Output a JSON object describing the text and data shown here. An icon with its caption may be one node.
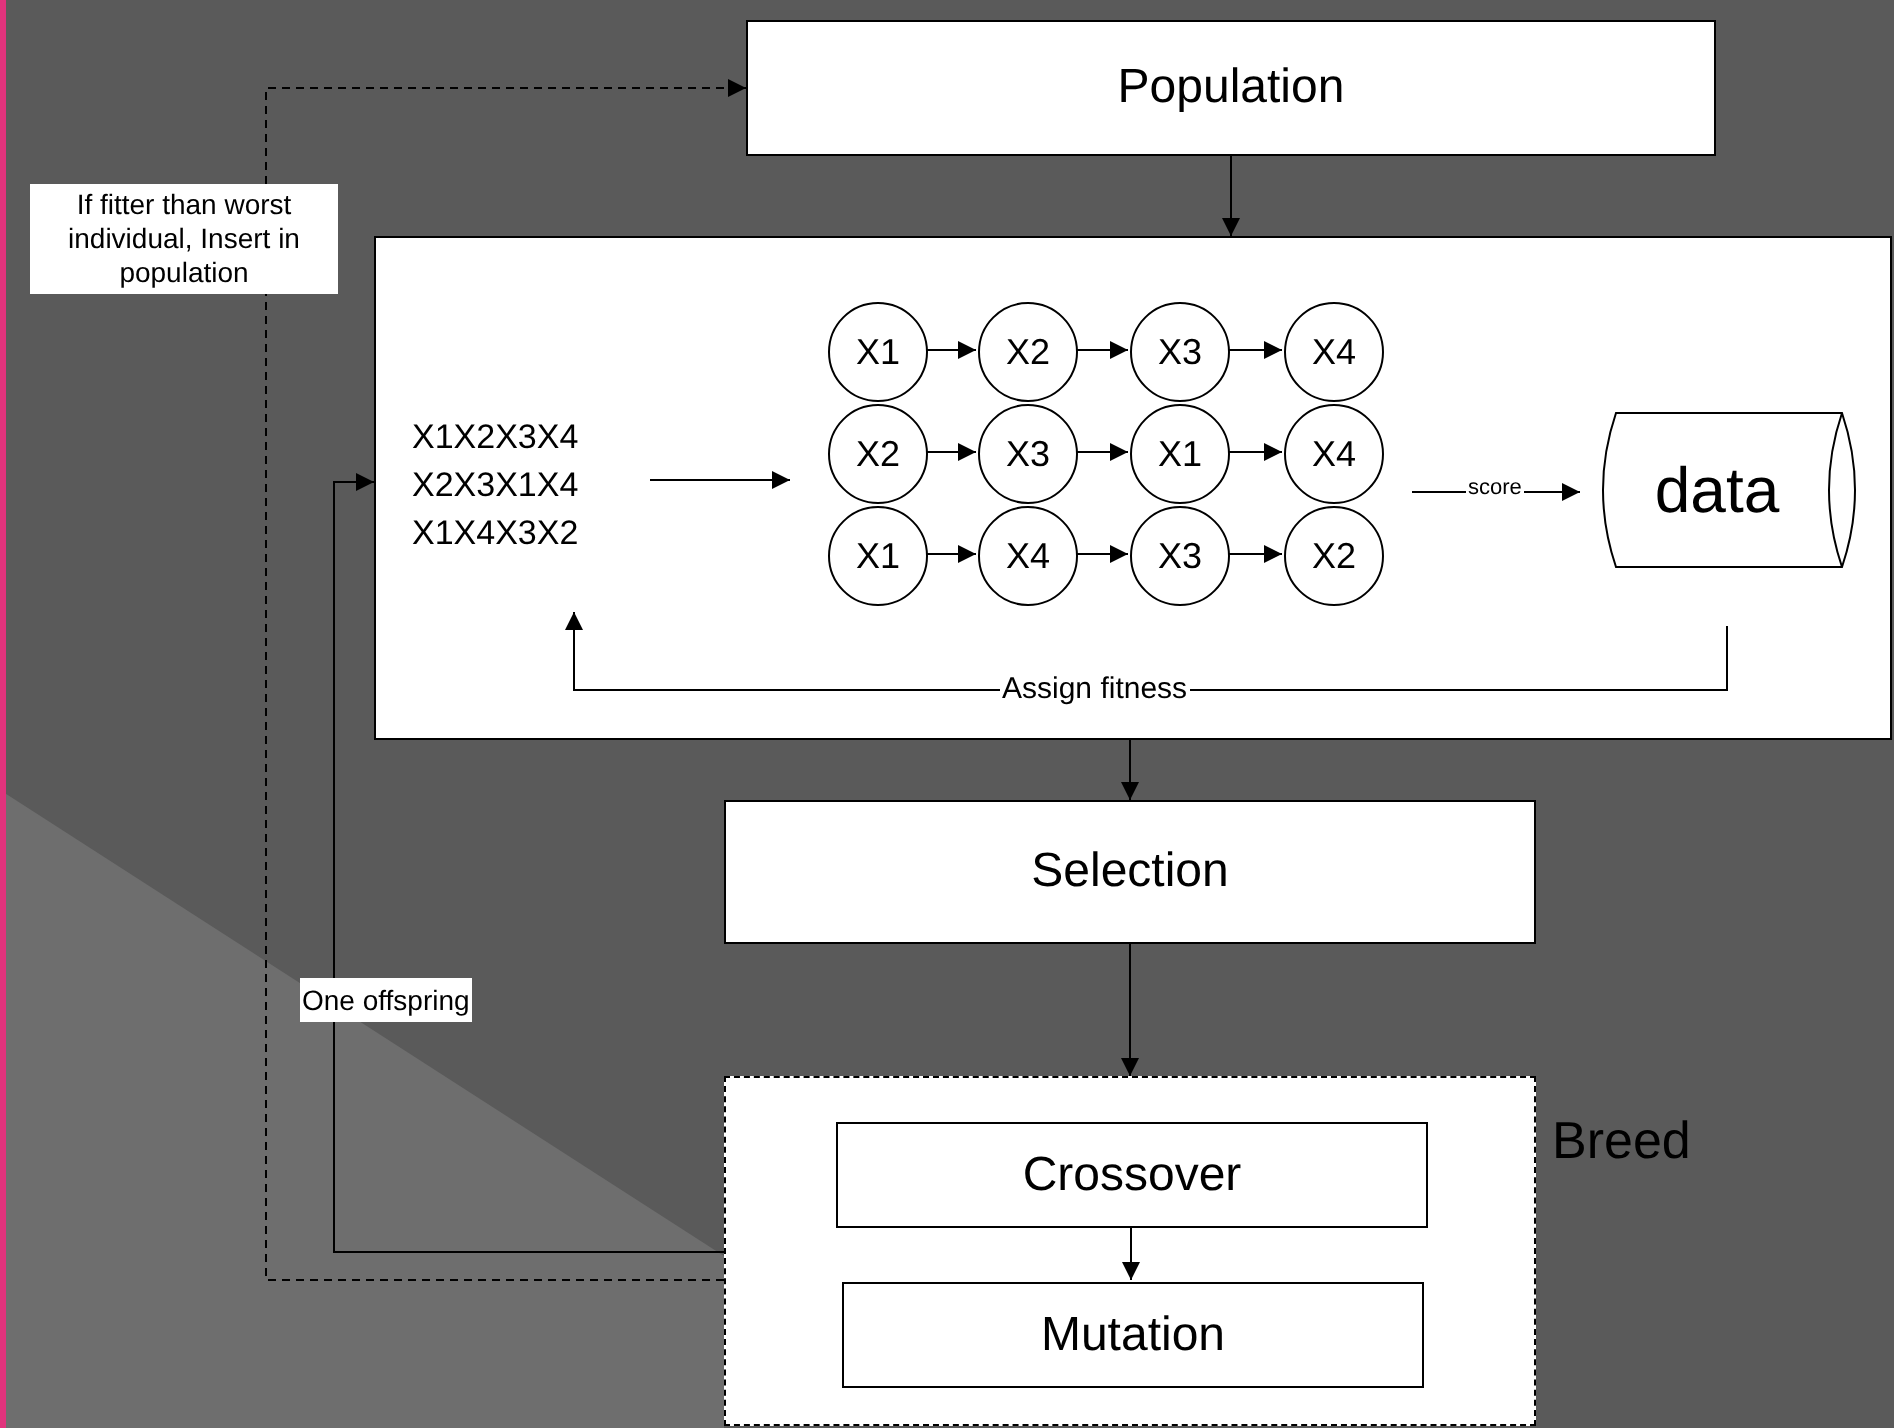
{
  "diagram": {
    "nodes": [
      {
        "text": [
          "Population"
        ]
      },
      {
        "text": [],
        "shape": "box"
      },
      {
        "text": [
          "X1X2X3X4 X2X3X1X4 X1X4X3X2"
        ],
        "in": 1
      },
      {
        "text": [
          "X1"
        ],
        "in": 1
      },
      {
        "text": [
          "X2"
        ],
        "in": 1
      },
      {
        "text": [
          "X3"
        ],
        "in": 1
      },
      {
        "text": [
          "X4"
        ],
        "in": 1
      },
      {
        "text": [
          "X2"
        ],
        "in": 1
      },
      {
        "text": [
          "X3"
        ],
        "in": 1
      },
      {
        "text": [
          "X1"
        ],
        "in": 1
      },
      {
        "text": [
          "X4"
        ],
        "in": 1
      },
      {
        "text": [
          "X1"
        ],
        "in": 1
      },
      {
        "text": [
          "X4"
        ],
        "in": 1
      },
      {
        "text": [
          "X3"
        ],
        "in": 1
      },
      {
        "text": [
          "X2"
        ],
        "in": 1
      },
      {
        "text": [
          "data"
        ],
        "in": 1
      },
      {
        "text": [
          "Selection"
        ]
      },
      {
        "text": [
          "Breed"
        ]
      },
      {
        "text": [
          "Crossover"
        ],
        "in": 17
      },
      {
        "text": [
          "Mutation"
        ],
        "in": 17
      }
    ],
    "edges": [
      {
        "from": 0,
        "to": 1,
        "arrow": "to"
      },
      {
        "from": 2,
        "to": 7,
        "arrow": "to"
      },
      {
        "from": 3,
        "to": 4,
        "arrow": "to"
      },
      {
        "from": 4,
        "to": 5,
        "arrow": "to"
      },
      {
        "from": 5,
        "to": 6,
        "arrow": "to"
      },
      {
        "from": 7,
        "to": 8,
        "arrow": "to"
      },
      {
        "from": 8,
        "to": 9,
        "arrow": "to"
      },
      {
        "from": 9,
        "to": 10,
        "arrow": "to"
      },
      {
        "from": 11,
        "to": 12,
        "arrow": "to"
      },
      {
        "from": 12,
        "to": 13,
        "arrow": "to"
      },
      {
        "from": 13,
        "to": 14,
        "arrow": "to"
      },
      {
        "from": 10,
        "to": 15,
        "arrow": "to",
        "label": "score"
      },
      {
        "from": 15,
        "to": 2,
        "arrow": "to",
        "label": "Assign fitness"
      },
      {
        "from": 1,
        "to": 16,
        "arrow": "to"
      },
      {
        "from": 16,
        "to": 17,
        "arrow": "to"
      },
      {
        "from": 18,
        "to": 19,
        "arrow": "to"
      },
      {
        "from": 17,
        "to": 1,
        "arrow": "to",
        "label": "One offspring"
      },
      {
        "from": 17,
        "to": 0,
        "arrow": "to",
        "label": "If fitter than worst individual, Insert in population",
        "style": "dashed"
      }
    ]
  }
}
